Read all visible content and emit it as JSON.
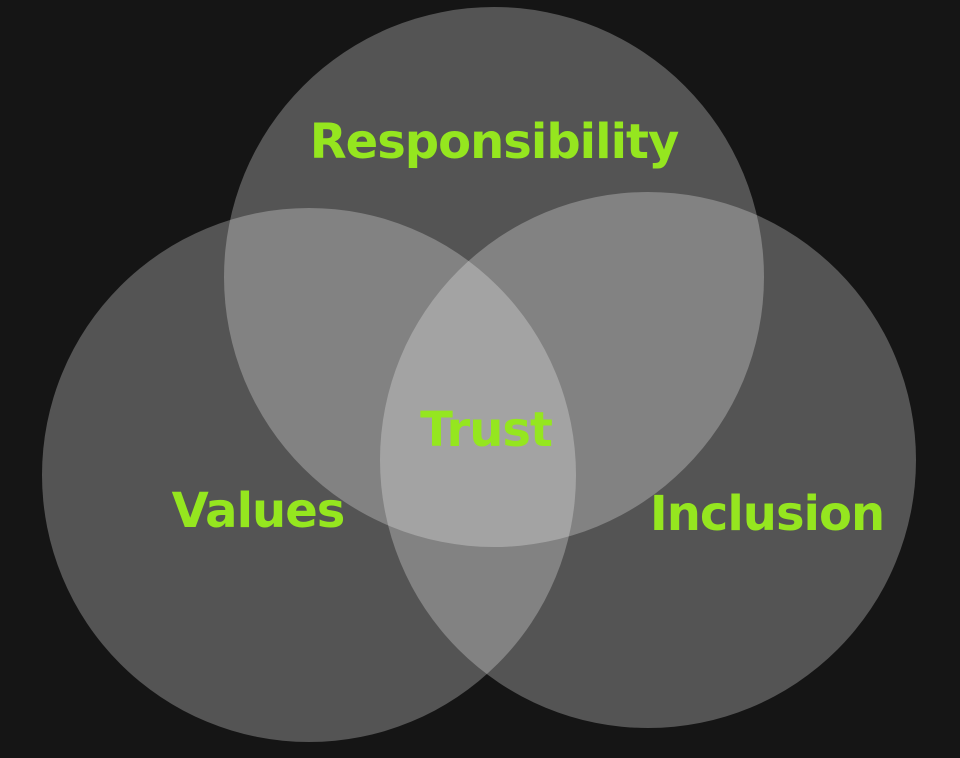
{
  "diagram": {
    "type": "venn",
    "label_color": "#95e61f",
    "sets": [
      {
        "id": "responsibility",
        "label": "Responsibility"
      },
      {
        "id": "values",
        "label": "Values"
      },
      {
        "id": "inclusion",
        "label": "Inclusion"
      }
    ],
    "intersection": {
      "label": "Trust"
    }
  }
}
